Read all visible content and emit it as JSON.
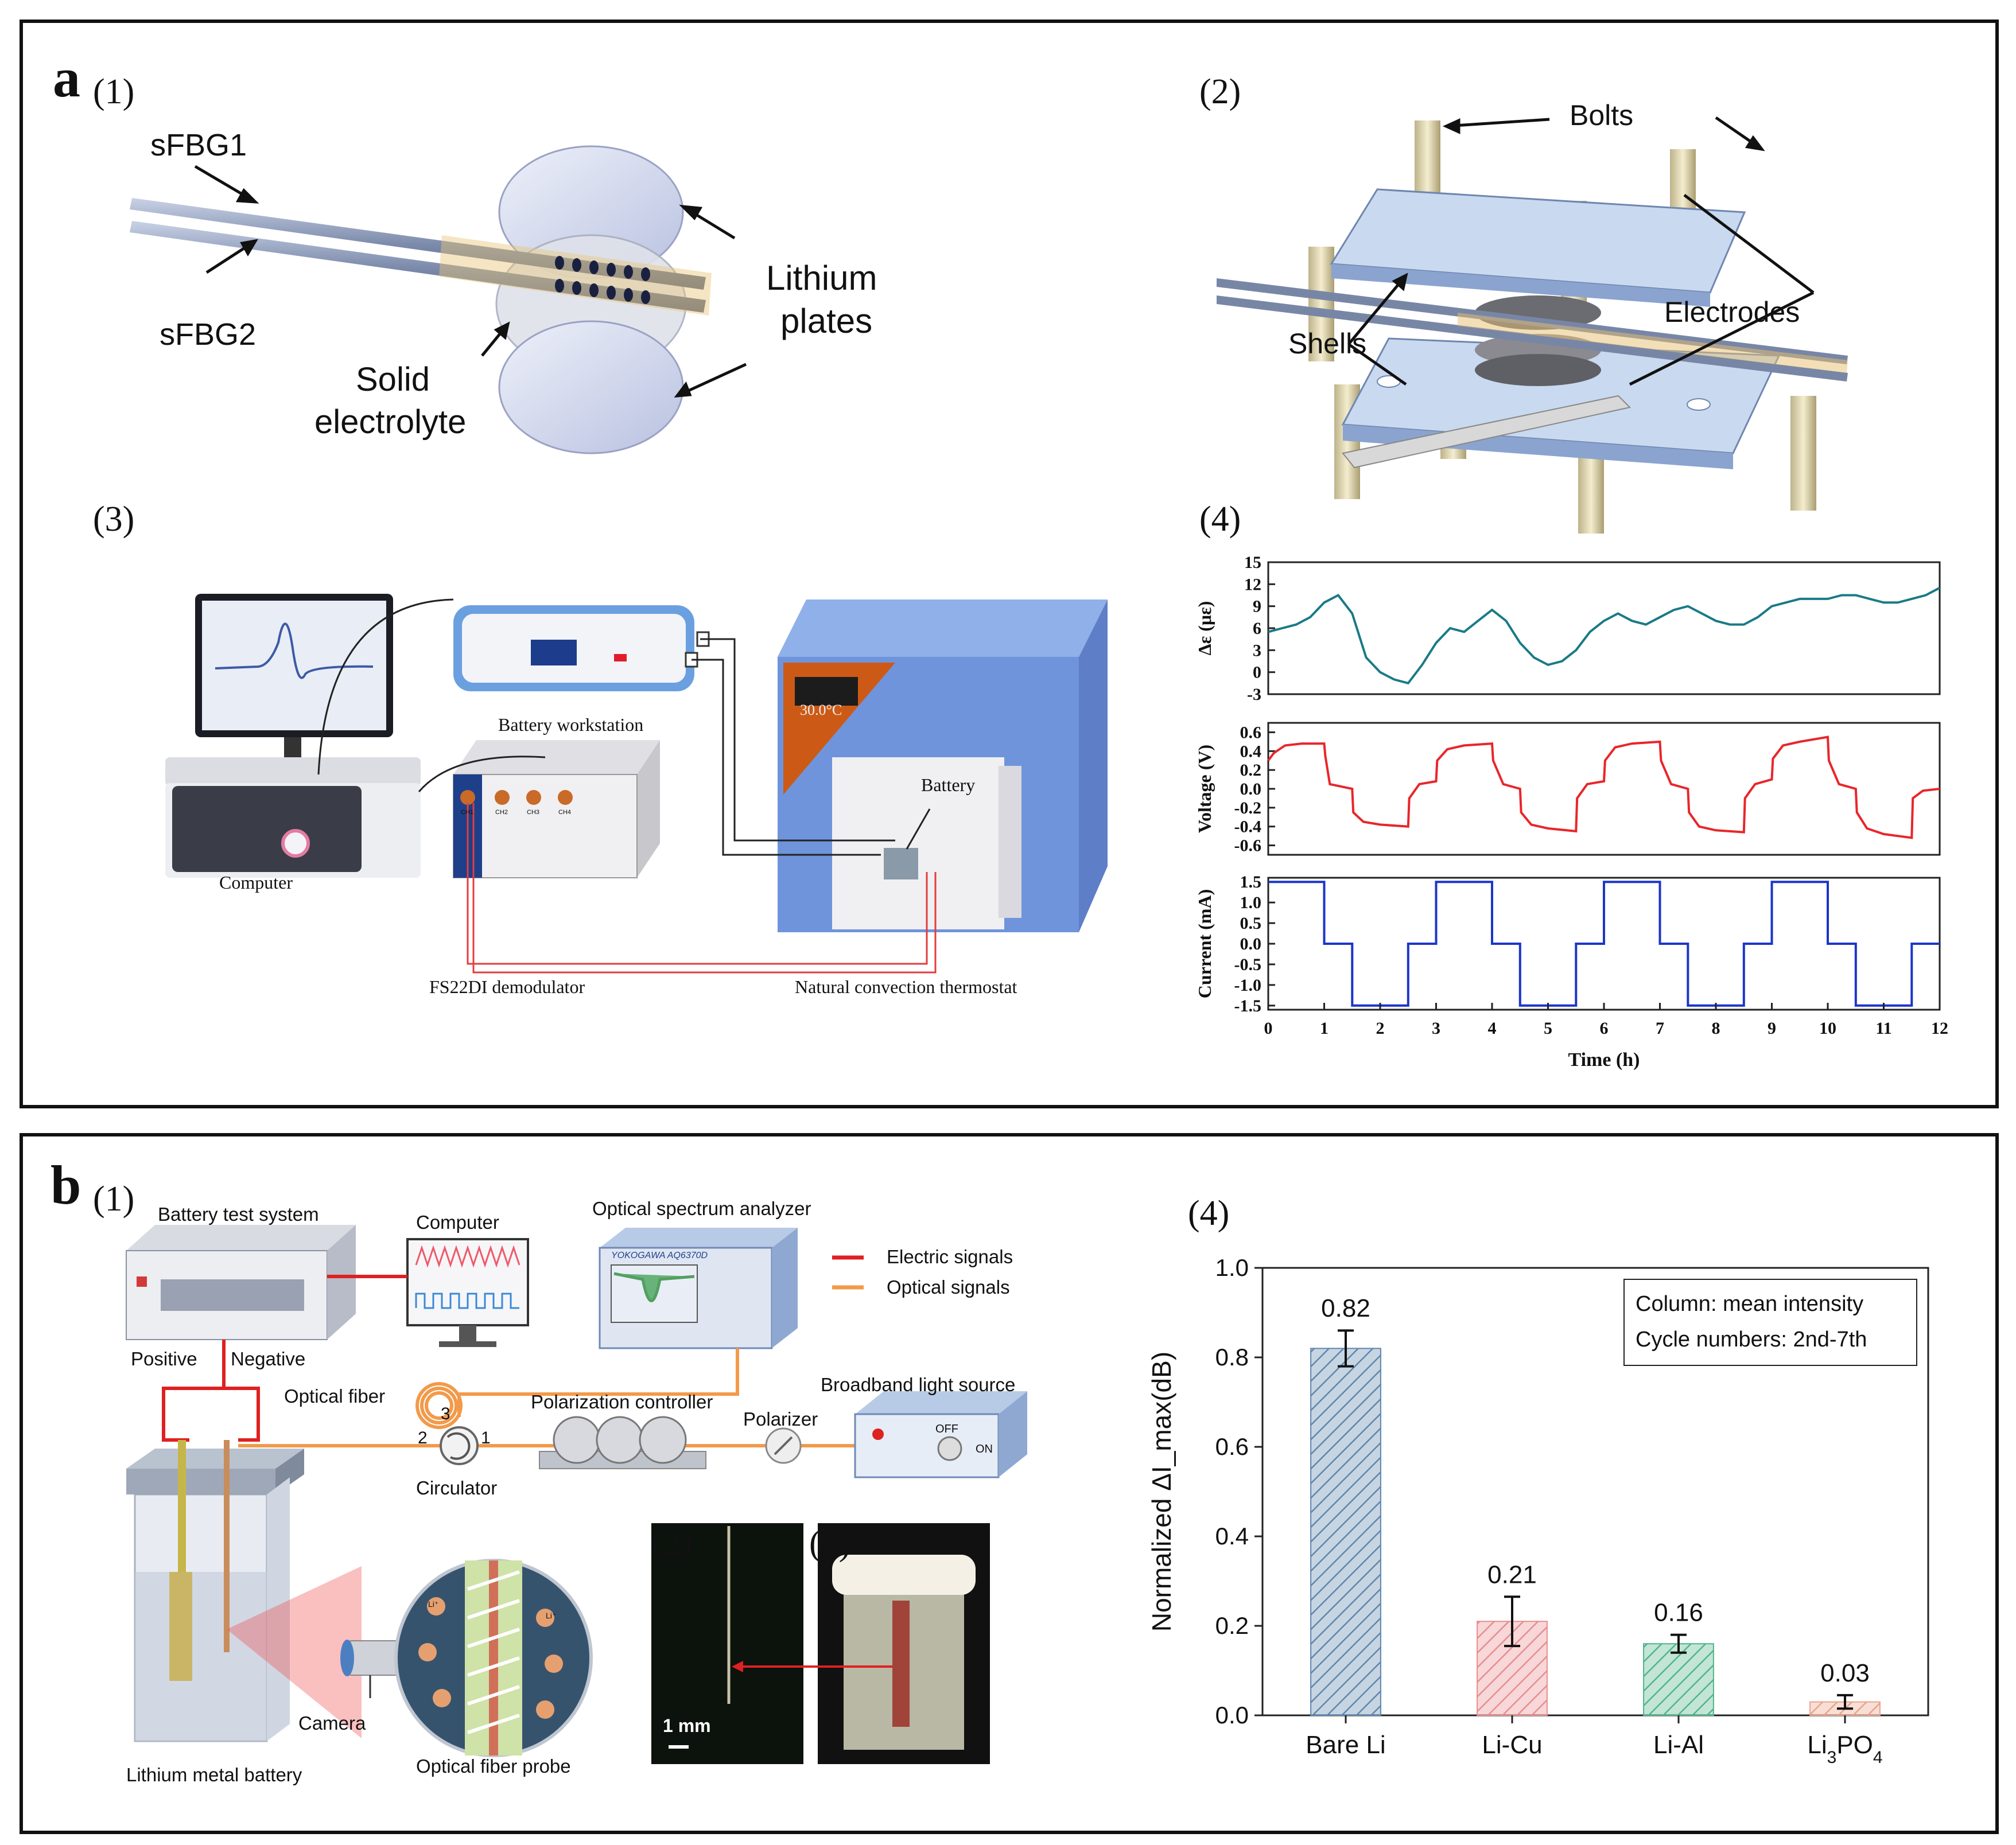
{
  "panel_a": {
    "letter": "a",
    "sub1": {
      "number": "(1)",
      "labels": {
        "sfbg1": "sFBG1",
        "sfbg2": "sFBG2",
        "lithium1": "Lithium",
        "lithium2": "plates",
        "solid1": "Solid",
        "solid2": "electrolyte"
      }
    },
    "sub2": {
      "number": "(2)",
      "labels": {
        "bolts": "Bolts",
        "electrodes": "Electrodes",
        "shells": "Shells"
      }
    },
    "sub3": {
      "number": "(3)",
      "labels": {
        "computer": "Computer",
        "workstation": "Battery workstation",
        "battery": "Battery",
        "temperature": "30.0°C",
        "demodulator": "FS22DI  demodulator",
        "thermostat": "Natural convection thermostat",
        "channels": [
          "CH1",
          "CH2",
          "CH3",
          "CH4"
        ]
      }
    },
    "sub4": {
      "number": "(4)",
      "xlabel": "Time (h)",
      "x_ticks": [
        "0",
        "1",
        "2",
        "3",
        "4",
        "5",
        "6",
        "7",
        "8",
        "9",
        "10",
        "11",
        "12"
      ]
    }
  },
  "panel_b": {
    "letter": "b",
    "sub1": {
      "number": "(1)",
      "labels": {
        "test_system": "Battery test system",
        "computer": "Computer",
        "osa": "Optical spectrum analyzer",
        "osa_brand": "YOKOGAWA AQ6370D",
        "legend_electric": "Electric signals",
        "legend_optical": "Optical signals",
        "positive": "Positive",
        "negative": "Negative",
        "fiber": "Optical fiber",
        "pol_controller": "Polarization controller",
        "broadband": "Broadband light source",
        "polarizer": "Polarizer",
        "circulator": "Circulator",
        "port1": "1",
        "port2": "2",
        "port3": "3",
        "camera": "Camera",
        "lmb": "Lithium metal battery",
        "probe": "Optical fiber probe",
        "off": "OFF",
        "on": "ON",
        "li_ion": "Li⁺"
      }
    },
    "sub2": {
      "number": "(2)",
      "scale": "1 mm"
    },
    "sub3": {
      "number": "(3)"
    },
    "sub4": {
      "number": "(4)"
    }
  },
  "chart_data": [
    {
      "id": "a4-strain",
      "type": "line",
      "ylabel": "Δε (με)",
      "ylim": [
        -3,
        15
      ],
      "y_ticks": [
        "15",
        "12",
        "9",
        "6",
        "3",
        "0",
        "-3"
      ],
      "x": [
        0,
        0.25,
        0.5,
        0.75,
        1.0,
        1.25,
        1.5,
        1.75,
        2.0,
        2.25,
        2.5,
        2.75,
        3.0,
        3.25,
        3.5,
        3.75,
        4.0,
        4.25,
        4.5,
        4.75,
        5.0,
        5.25,
        5.5,
        5.75,
        6.0,
        6.25,
        6.5,
        6.75,
        7.0,
        7.25,
        7.5,
        7.75,
        8.0,
        8.25,
        8.5,
        8.75,
        9.0,
        9.25,
        9.5,
        9.75,
        10.0,
        10.25,
        10.5,
        10.75,
        11.0,
        11.25,
        11.5,
        11.75,
        12.0
      ],
      "y": [
        5.5,
        6,
        6.5,
        7.5,
        9.5,
        10.5,
        8,
        2,
        0,
        -1,
        -1.5,
        1,
        4,
        6,
        5.5,
        7,
        8.5,
        7,
        4,
        2,
        1,
        1.5,
        3,
        5.5,
        7,
        8,
        7,
        6.5,
        7.5,
        8.5,
        9,
        8,
        7,
        6.5,
        6.5,
        7.5,
        9,
        9.5,
        10,
        10,
        10,
        10.5,
        10.5,
        10,
        9.5,
        9.5,
        10,
        10.5,
        11.5
      ],
      "color": "#1a7a86"
    },
    {
      "id": "a4-voltage",
      "type": "line",
      "ylabel": "Voltage (V)",
      "ylim": [
        -0.7,
        0.7
      ],
      "y_ticks": [
        "0.6",
        "0.4",
        "0.2",
        "0.0",
        "-0.2",
        "-0.4",
        "-0.6"
      ],
      "x": [
        0,
        0.1,
        0.3,
        0.6,
        1.0,
        1.02,
        1.1,
        1.5,
        1.52,
        1.7,
        2.0,
        2.5,
        2.52,
        2.7,
        3.0,
        3.02,
        3.2,
        3.5,
        4.0,
        4.02,
        4.2,
        4.5,
        4.52,
        4.7,
        5.0,
        5.5,
        5.52,
        5.7,
        6.0,
        6.02,
        6.2,
        6.5,
        7.0,
        7.02,
        7.2,
        7.5,
        7.52,
        7.7,
        8.0,
        8.5,
        8.52,
        8.7,
        9.0,
        9.02,
        9.2,
        9.5,
        10.0,
        10.02,
        10.2,
        10.5,
        10.52,
        10.7,
        11.0,
        11.5,
        11.52,
        11.7,
        12.0
      ],
      "y": [
        0.3,
        0.38,
        0.46,
        0.48,
        0.48,
        0.35,
        0.05,
        0.0,
        -0.25,
        -0.35,
        -0.38,
        -0.4,
        -0.1,
        0.05,
        0.08,
        0.3,
        0.42,
        0.46,
        0.48,
        0.3,
        0.05,
        0.0,
        -0.25,
        -0.38,
        -0.42,
        -0.45,
        -0.1,
        0.05,
        0.08,
        0.3,
        0.44,
        0.48,
        0.5,
        0.3,
        0.05,
        0.0,
        -0.25,
        -0.4,
        -0.44,
        -0.46,
        -0.1,
        0.05,
        0.1,
        0.32,
        0.46,
        0.5,
        0.55,
        0.3,
        0.05,
        0.0,
        -0.25,
        -0.42,
        -0.48,
        -0.52,
        -0.1,
        -0.02,
        0.0
      ],
      "color": "#e8262a"
    },
    {
      "id": "a4-current",
      "type": "line",
      "ylabel": "Current (mA)",
      "xlabel": "Time (h)",
      "ylim": [
        -1.6,
        1.6
      ],
      "y_ticks": [
        "1.5",
        "1.0",
        "0.5",
        "0.0",
        "-0.5",
        "-1.0",
        "-1.5"
      ],
      "x": [
        0,
        1,
        1,
        1.5,
        1.5,
        2.5,
        2.5,
        3,
        3,
        4,
        4,
        4.5,
        4.5,
        5.5,
        5.5,
        6,
        6,
        7,
        7,
        7.5,
        7.5,
        8.5,
        8.5,
        9,
        9,
        10,
        10,
        10.5,
        10.5,
        11.5,
        11.5,
        12
      ],
      "y": [
        1.5,
        1.5,
        0,
        0,
        -1.5,
        -1.5,
        0,
        0,
        1.5,
        1.5,
        0,
        0,
        -1.5,
        -1.5,
        0,
        0,
        1.5,
        1.5,
        0,
        0,
        -1.5,
        -1.5,
        0,
        0,
        1.5,
        1.5,
        0,
        0,
        -1.5,
        -1.5,
        0,
        0
      ],
      "color": "#1c35c9"
    },
    {
      "id": "b4-bars",
      "type": "bar",
      "ylabel": "Normalized ΔI_max(dB)",
      "ylim": [
        0,
        1.0
      ],
      "y_ticks": [
        "0.0",
        "0.2",
        "0.4",
        "0.6",
        "0.8",
        "1.0"
      ],
      "categories": [
        "Bare Li",
        "Li-Cu",
        "Li-Al",
        "Li3PO4"
      ],
      "values": [
        0.82,
        0.21,
        0.16,
        0.03
      ],
      "value_labels": [
        "0.82",
        "0.21",
        "0.16",
        "0.03"
      ],
      "errors": [
        0.04,
        0.055,
        0.02,
        0.015
      ],
      "colors": [
        "#5e86ad",
        "#e88d8f",
        "#4fb58a",
        "#e9a38a"
      ],
      "legend": [
        "Column: mean intensity",
        "Cycle numbers: 2nd-7th"
      ]
    }
  ]
}
